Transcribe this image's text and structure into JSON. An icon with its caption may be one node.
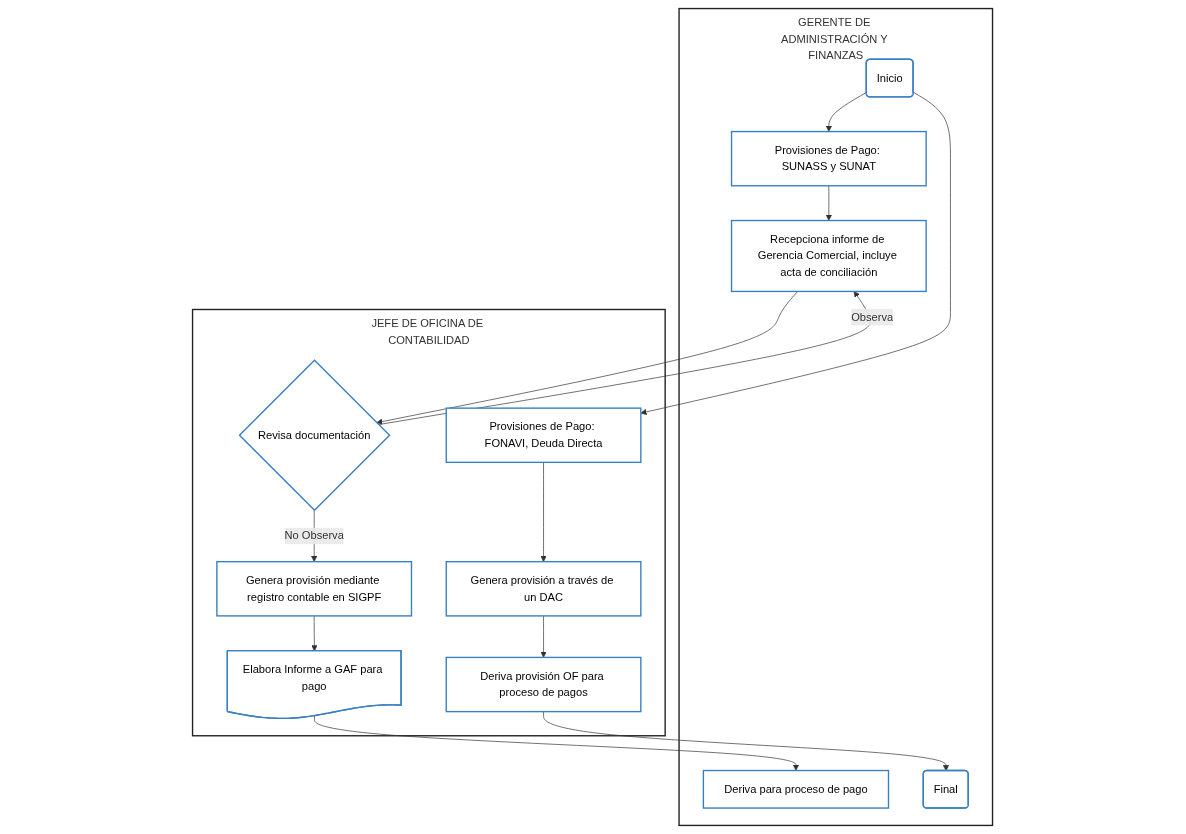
{
  "diagram": {
    "nodes": [
      {
        "text": [
          "GERENTE DE ADMINISTRACIÓN Y FINANZAS"
        ]
      },
      {
        "text": [
          "JEFE DE OFICINA DE CONTABILIDAD"
        ]
      },
      {
        "text": [
          "Inicio"
        ],
        "in": 0
      },
      {
        "text": [
          "Provisiones de Pago: FONAVI, Deuda Directa"
        ],
        "in": 1
      },
      {
        "text": [
          "Provisiones de Pago: SUNASS y SUNAT"
        ],
        "in": 0
      },
      {
        "text": [
          "Recepciona informe de Gerencia Comercial, incluye acta de conciliación"
        ],
        "in": 0
      },
      {
        "text": [
          "Revisa documentación"
        ],
        "in": 1
      },
      {
        "text": [
          "Genera provisión mediante registro contable en SIGPF"
        ],
        "in": 1
      },
      {
        "text": [
          "Genera provisión a través de un DAC"
        ],
        "in": 1
      },
      {
        "text": [
          "Deriva para proceso de pago"
        ],
        "in": 0
      },
      {
        "text": [
          "Elabora Informe a GAF para pago"
        ],
        "in": 1
      },
      {
        "text": [
          "Deriva provisión OF para proceso de pagos"
        ],
        "in": 1
      },
      {
        "text": [
          "Final"
        ],
        "in": 0
      }
    ],
    "edges": [
      {
        "from": 2,
        "to": 3,
        "arrow": "to"
      },
      {
        "from": 2,
        "to": 4,
        "arrow": "to"
      },
      {
        "from": 4,
        "to": 5,
        "arrow": "to"
      },
      {
        "from": 6,
        "to": 5,
        "label": "Observa",
        "arrow": "to"
      },
      {
        "from": 5,
        "to": 6,
        "arrow": "to"
      },
      {
        "from": 6,
        "to": 7,
        "label": "No Observa",
        "arrow": "to"
      },
      {
        "from": 3,
        "to": 8,
        "arrow": "to"
      },
      {
        "from": 7,
        "to": 10,
        "arrow": "to"
      },
      {
        "from": 8,
        "to": 11,
        "arrow": "to"
      },
      {
        "from": 10,
        "to": 9,
        "arrow": "to"
      },
      {
        "from": 11,
        "to": 12,
        "arrow": "to"
      }
    ]
  }
}
